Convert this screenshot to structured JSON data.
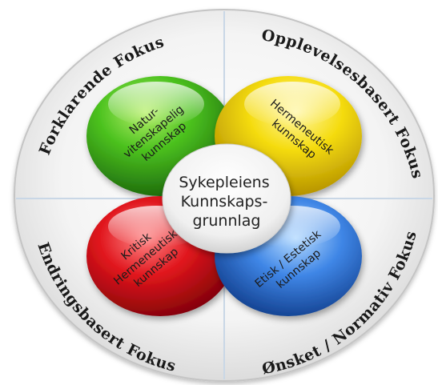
{
  "ring": {
    "top_left": {
      "small_caps_words": [
        "FORKLARENDE",
        "FOKUS"
      ],
      "display": "Forklarende Fokus"
    },
    "top_right": {
      "display": "Opplevelsesbasert Fokus"
    },
    "bottom_left": {
      "display": "Endringsbasert Fokus"
    },
    "bottom_right": {
      "display": "Ønsket / Normativ Fokus"
    }
  },
  "petals": {
    "green": {
      "lines": [
        "Natur-",
        "vitenskapelig",
        "kunnskap"
      ],
      "color": "#3aa51a"
    },
    "yellow": {
      "lines": [
        "Hermeneutisk",
        "kunnskap"
      ],
      "color": "#f2d20a"
    },
    "red": {
      "lines": [
        "Kritisk",
        "Hermeneutisk",
        "kunnskap"
      ],
      "color": "#d8131b"
    },
    "blue": {
      "lines": [
        "Etisk / Estetisk",
        "kunnskap"
      ],
      "color": "#2a6fd0"
    }
  },
  "center": {
    "lines": [
      "Sykepleiens",
      "Kunnskaps-",
      "grunnlag"
    ]
  }
}
